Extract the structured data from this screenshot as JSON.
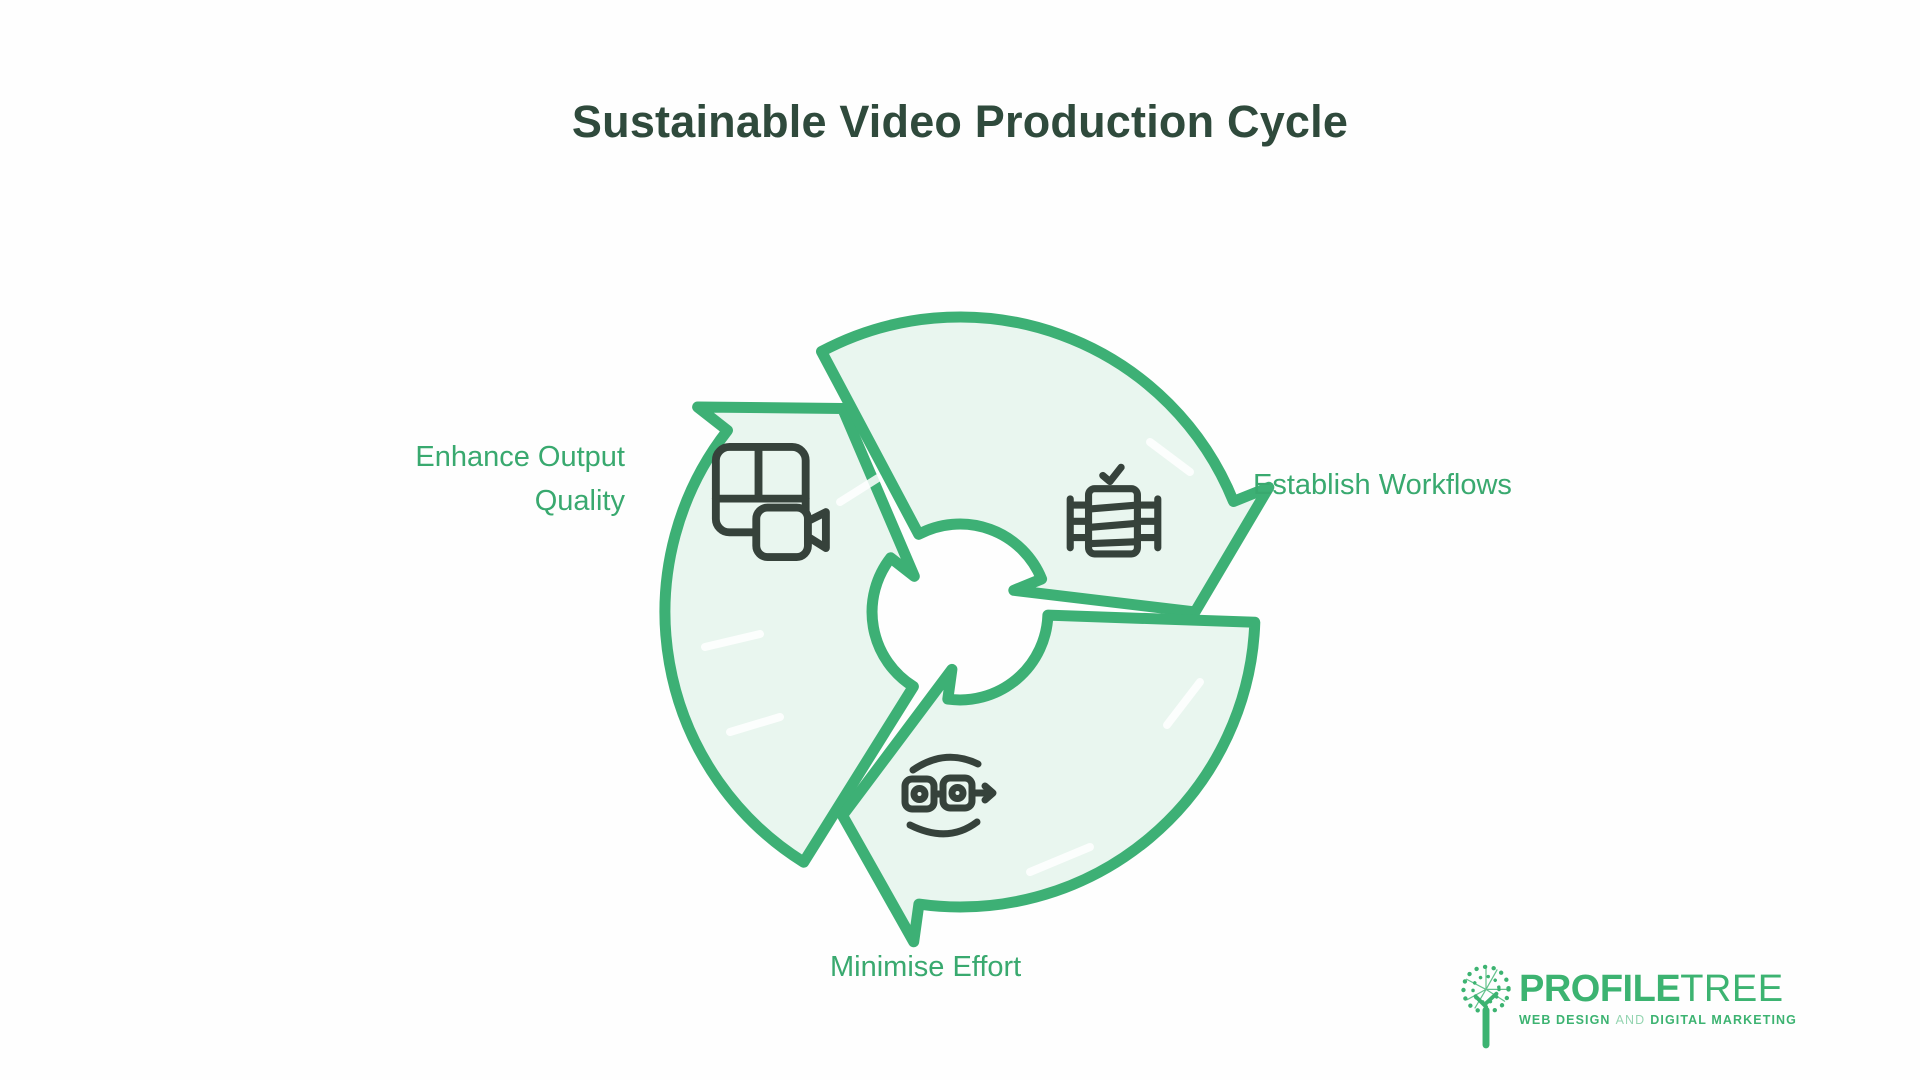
{
  "page": {
    "title": "Sustainable Video Production Cycle",
    "background": "#FEFEFE"
  },
  "diagram": {
    "type": "cycle",
    "direction": "clockwise",
    "segments": 3,
    "steps": [
      {
        "label": "Enhance Output Quality",
        "icon": "video-layout-icon",
        "position": "left"
      },
      {
        "label": "Establish Workflows",
        "icon": "film-checklist-icon",
        "position": "right"
      },
      {
        "label": "Minimise Effort",
        "icon": "workflow-arrow-icon",
        "position": "bottom"
      }
    ],
    "colors": {
      "ring_fill": "#E9F6EF",
      "ring_stroke": "#3DB075",
      "icon_stroke": "#36423B",
      "label_text": "#39A96F",
      "title_text": "#2F4A3C"
    }
  },
  "logo": {
    "name_bold": "PROFILE",
    "name_light": "TREE",
    "tagline_parts": [
      "WEB DESIGN",
      "AND",
      "DIGITAL MARKETING"
    ],
    "color": "#3CB371"
  }
}
